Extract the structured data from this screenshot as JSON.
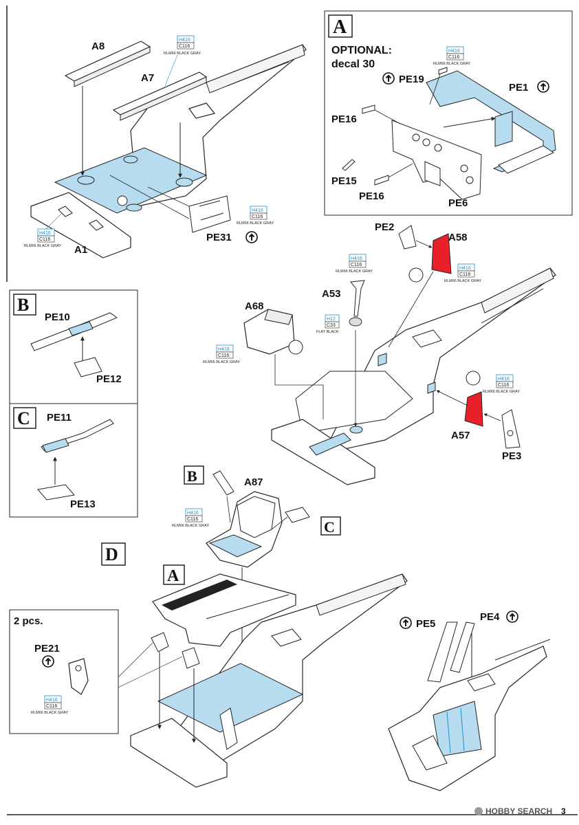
{
  "colors": {
    "blue_fill": "#b7dcef",
    "red_fill": "#e8202a",
    "code_blue": "#1a8fd0",
    "line": "#222222"
  },
  "labels": {
    "A8": "A8",
    "A7": "A7",
    "A1": "A1",
    "PE31": "PE31",
    "optional": "OPTIONAL:",
    "decal": "decal 30",
    "PE19": "PE19",
    "PE1": "PE1",
    "PE16a": "PE16",
    "PE16b": "PE16",
    "PE15": "PE15",
    "PE6": "PE6",
    "PE2": "PE2",
    "A58": "A58",
    "A53": "A53",
    "A68": "A68",
    "A57": "A57",
    "PE3": "PE3",
    "PE10": "PE10",
    "PE12": "PE12",
    "PE11": "PE11",
    "PE13": "PE13",
    "A87": "A87",
    "PE21": "PE21",
    "two_pcs": "2 pcs.",
    "PE5": "PE5",
    "PE4": "PE4",
    "page": "3"
  },
  "section_letters": {
    "A": "A",
    "B": "B",
    "C": "C",
    "D": "D"
  },
  "paint": {
    "h416": "H416",
    "c116": "C116",
    "rlm66": "RLM66 BLACK GRAY",
    "h12": "H12",
    "c33": "C33",
    "flat_black": "FLAT BLACK"
  },
  "watermark": "HOBBY SEARCH",
  "icons": {
    "orientation": "up-arrow-circle-icon"
  }
}
